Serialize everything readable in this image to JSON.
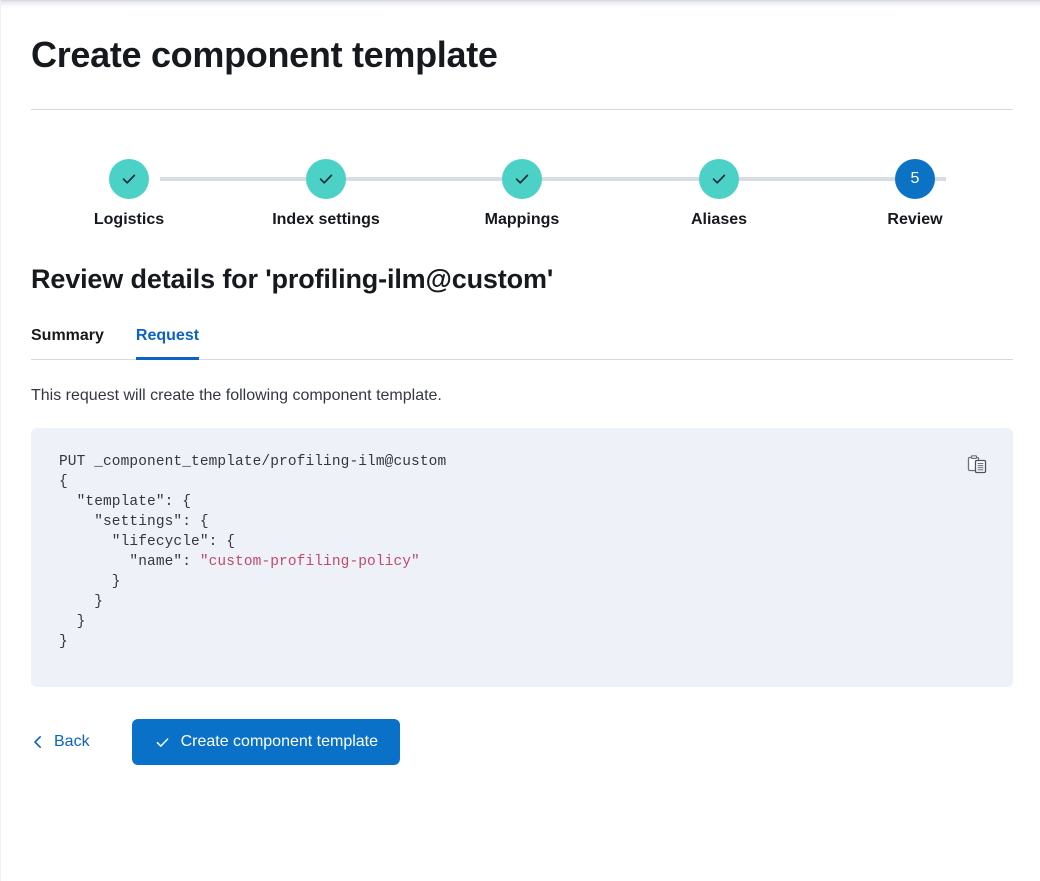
{
  "header": {
    "title": "Create component template"
  },
  "stepper": {
    "steps": [
      {
        "label": "Logistics",
        "state": "complete",
        "marker": "check"
      },
      {
        "label": "Index settings",
        "state": "complete",
        "marker": "check"
      },
      {
        "label": "Mappings",
        "state": "complete",
        "marker": "check"
      },
      {
        "label": "Aliases",
        "state": "complete",
        "marker": "check"
      },
      {
        "label": "Review",
        "state": "current",
        "marker": "5"
      }
    ],
    "colors": {
      "complete": "#4bd1c6",
      "current": "#0b72c4",
      "connector": "#d8dce5"
    }
  },
  "review": {
    "section_title": "Review details for 'profiling-ilm@custom'",
    "tabs": [
      {
        "label": "Summary",
        "active": false
      },
      {
        "label": "Request",
        "active": true
      }
    ],
    "description": "This request will create the following component template.",
    "code": {
      "method_line": "PUT _component_template/profiling-ilm@custom",
      "lines": [
        "{",
        "  \"template\": {",
        "    \"settings\": {",
        "      \"lifecycle\": {",
        "        \"name\": \"custom-profiling-policy\"",
        "      }",
        "    }",
        "  }",
        "}"
      ],
      "string_value": "\"custom-profiling-policy\"",
      "string_color": "#bd4c6c",
      "background": "#eef1f8"
    },
    "copy_icon_title": "Copy to clipboard"
  },
  "footer": {
    "back_label": "Back",
    "submit_label": "Create component template",
    "primary_color": "#0a71c8",
    "link_color": "#0b64c5"
  }
}
